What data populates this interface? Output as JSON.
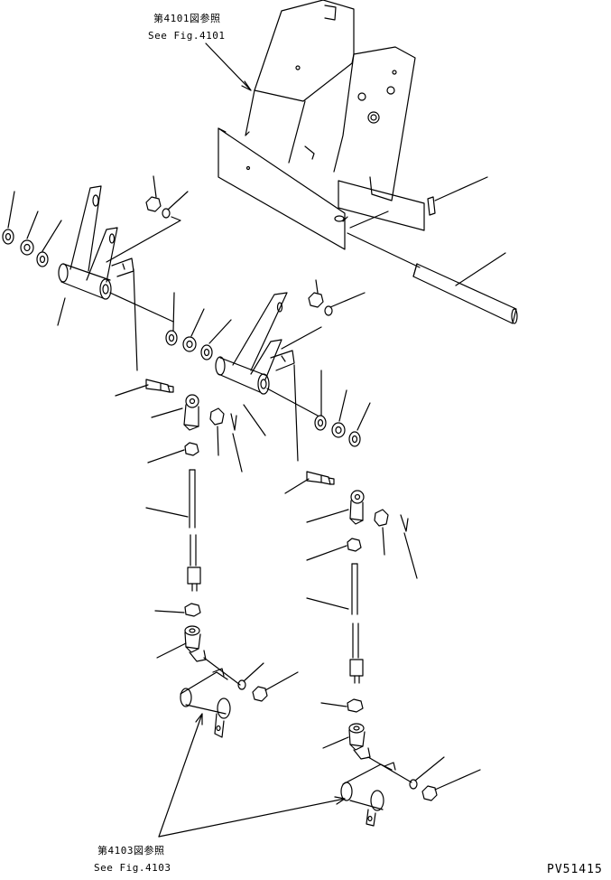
{
  "refs": {
    "fig4101_jp": "第4101図参照",
    "fig4101_en": "See Fig.4101",
    "fig4103_jp": "第4103図参照",
    "fig4103_en": "See Fig.4103"
  },
  "drawing_code": "PV51415",
  "colors": {
    "line": "#000000",
    "background": "#ffffff"
  }
}
